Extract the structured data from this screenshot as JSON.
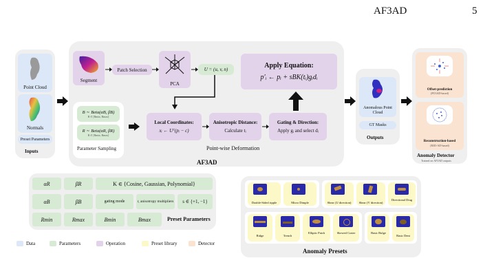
{
  "header": {
    "title": "AF3AD",
    "page_number": "5"
  },
  "inputs": {
    "point_cloud": "Point Cloud",
    "normals": "Normals",
    "preset_parameters": "Preset Parameters",
    "title": "Inputs"
  },
  "main": {
    "segment": "Segment",
    "patch_selection": "Patch Selection",
    "pca": "PCA",
    "u_eq": "U = (u, v, n)",
    "apply_title": "Apply Equation:",
    "apply_eq": "p′ᵢ ← pᵢ + sBK(tᵢ)gᵢdᵢ",
    "sampling_b1": "B ∼ Beta(αB, βB)",
    "sampling_b1_range": "B ∈ [Bmin, Bmax]",
    "sampling_r1": "R ∼ Beta(αR, βR)",
    "sampling_r1_range": "R ∈ [Rmin, Rmax]",
    "parameter_sampling": "Parameter Sampling",
    "local_title": "Local Coordinates:",
    "local_eq": "xᵢ ← Uᵀ(pᵢ − c)",
    "aniso_title": "Anisotropic Distance:",
    "aniso_eq": "Calculate tᵢ",
    "gating_title": "Gating & Direction:",
    "gating_eq": "Apply gᵢ and select dᵢ",
    "pointwise": "Point-wise Deformation",
    "title": "AF3AD"
  },
  "outputs": {
    "anomalous": "Anomalous Point Cloud",
    "gt_masks": "GT Masks",
    "title": "Outputs"
  },
  "detector": {
    "offset": "Offset-prediction",
    "offset_sub": "(PO3AD-based)",
    "recon": "Reconstruction-based",
    "recon_sub": "(R3D-AD-based)",
    "title": "Anomaly Detector",
    "sub": "Trained on AF3AD outputs"
  },
  "preset_params": {
    "row1": [
      "αR",
      "βR",
      "K ∈ {Cosine, Gaussian, Polynomial}"
    ],
    "row2": [
      "αB",
      "βB",
      "gating mode",
      "r, anisotropy multipliers",
      "s ∈ {+1, −1}"
    ],
    "row3": [
      "Rmin",
      "Rmax",
      "Bmin",
      "Bmax"
    ],
    "title": "Preset Parameters"
  },
  "presets": {
    "items": [
      "Double-Sided ripple",
      "Micro Dimple",
      "Shear (U direction)",
      "Shear (V direction)",
      "Directional Drag",
      "Ridge",
      "Trench",
      "Elliptic Patch",
      "Skewed Crater",
      "Basic Bulge",
      "Basic Dent"
    ],
    "title": "Anomaly Presets"
  },
  "legend": [
    "Data",
    "Parameters",
    "Operation",
    "Preset library",
    "Detector"
  ],
  "colors": {
    "data": "#dce8f7",
    "param": "#d7ebd4",
    "op": "#e2d3ea",
    "preset": "#fdf8c8",
    "det": "#fbe3d1"
  }
}
